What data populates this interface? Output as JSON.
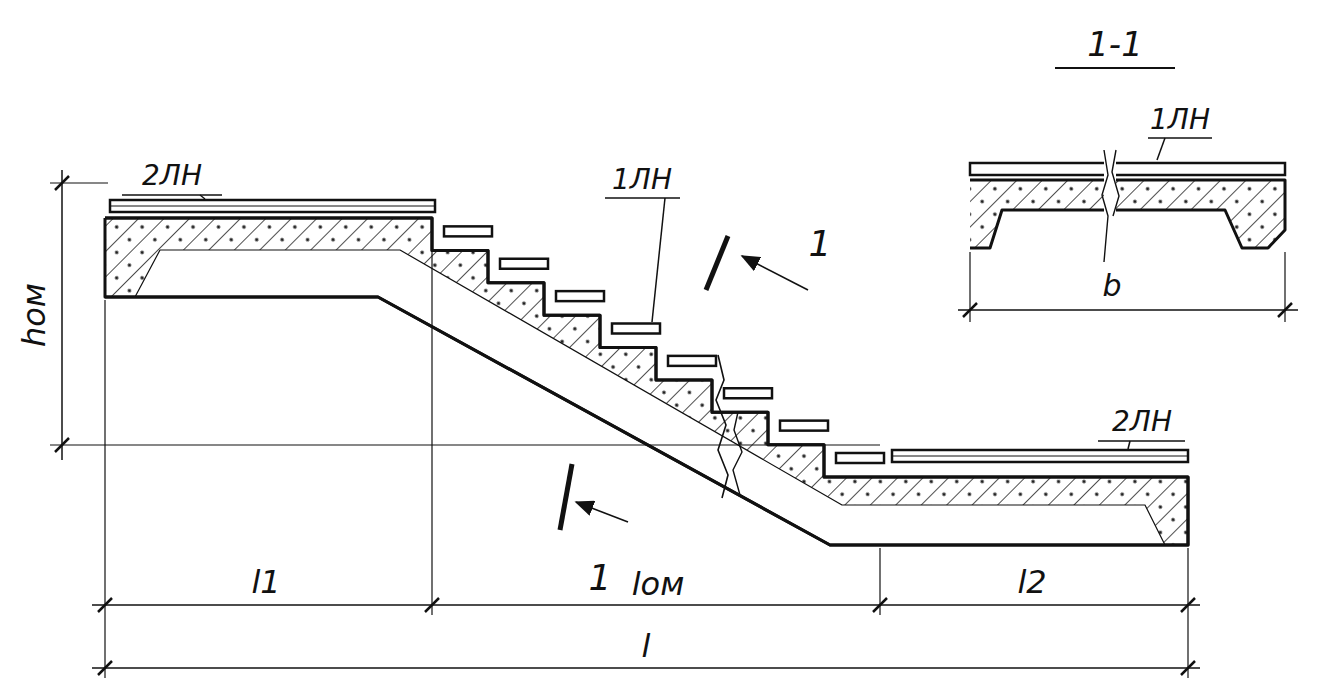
{
  "diagram": {
    "labels": [
      "2ЛН",
      "1ЛН",
      "1",
      "1",
      "hом",
      "l1",
      "lом",
      "l2",
      "l",
      "1-1",
      "1ЛН",
      "b",
      "2ЛН"
    ]
  }
}
